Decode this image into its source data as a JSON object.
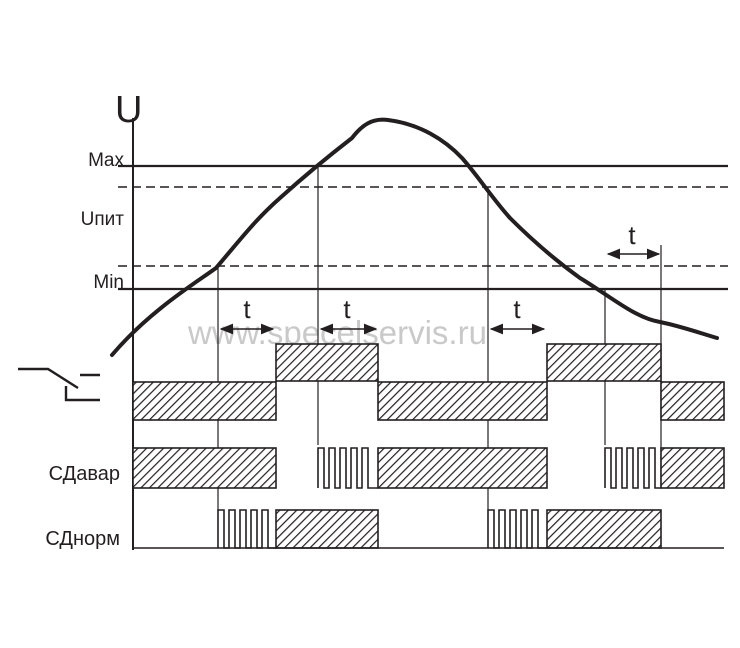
{
  "diagram": {
    "axis_label": "U",
    "level_labels": {
      "max": "Max",
      "supply": "Uпит",
      "min": "Min"
    },
    "delay_label": "t",
    "channel_labels": {
      "fault": "СДавар",
      "normal": "СДнорм"
    },
    "watermark": "www.specelservis.ru",
    "colors": {
      "ink": "#231f20",
      "watermark": "#c9c9c9",
      "background": "#ffffff"
    }
  }
}
